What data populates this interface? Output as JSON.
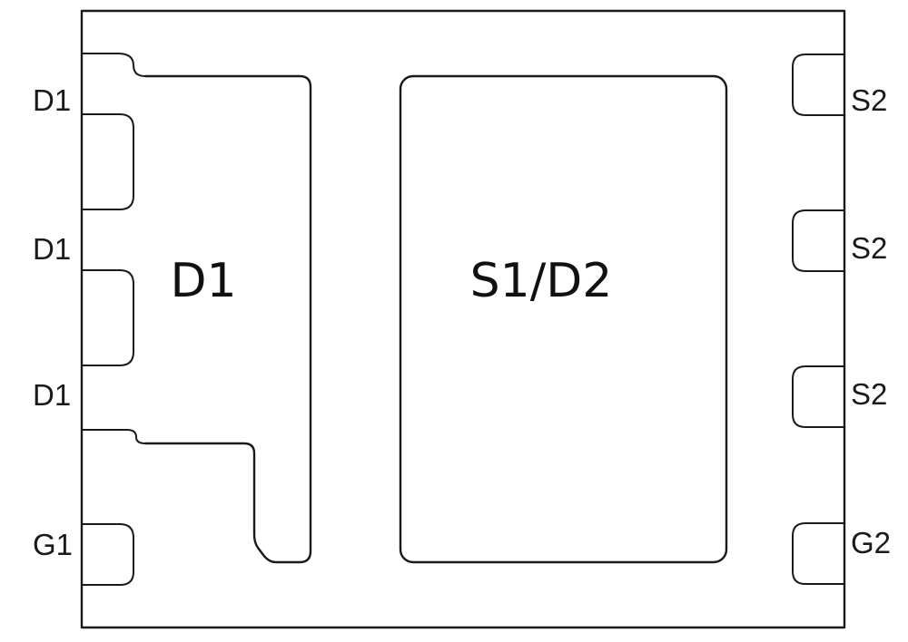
{
  "pads": {
    "left_pad_label": "D1",
    "right_pad_label": "S1/D2"
  },
  "left_pins": [
    {
      "label": "D1"
    },
    {
      "label": "D1"
    },
    {
      "label": "D1"
    },
    {
      "label": "G1"
    }
  ],
  "right_pins": [
    {
      "label": "S2"
    },
    {
      "label": "S2"
    },
    {
      "label": "S2"
    },
    {
      "label": "G2"
    }
  ]
}
